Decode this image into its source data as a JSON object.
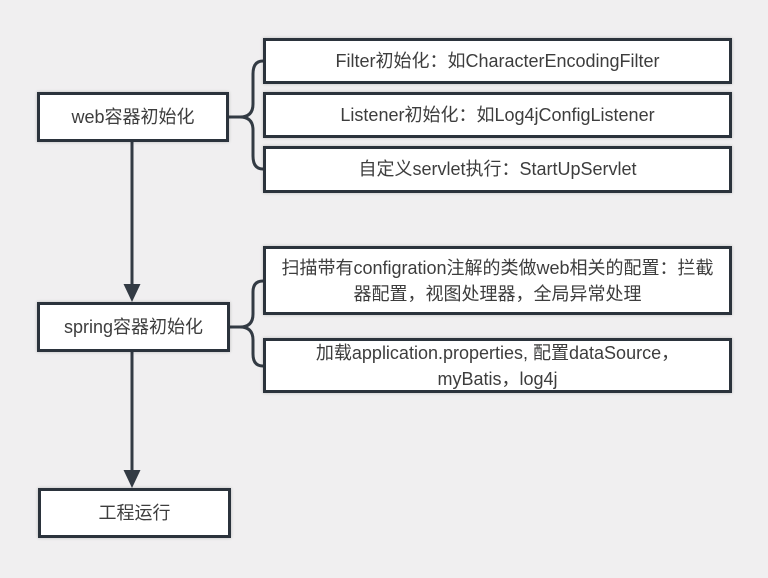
{
  "diagram": {
    "type": "flowchart",
    "background_color": "#f0eff0",
    "stroke_color": "#2b333c",
    "node_fill_color": "#ffffff",
    "text_color": "#3d3d3d",
    "nodes": {
      "web_init": {
        "label": "web容器初始化"
      },
      "spring_init": {
        "label": "spring容器初始化"
      },
      "run": {
        "label": "工程运行"
      },
      "filter": {
        "label": "Filter初始化：如CharacterEncodingFilter"
      },
      "listener": {
        "label": "Listener初始化：如Log4jConfigListener"
      },
      "servlet": {
        "label": "自定义servlet执行：StartUpServlet"
      },
      "scan_config": {
        "label": "扫描带有configration注解的类做web相关的配置：拦截器配置，视图处理器，全局异常处理"
      },
      "load_props": {
        "label": "加载application.properties, 配置dataSource，myBatis，log4j"
      }
    },
    "edges": [
      {
        "from": "web_init",
        "to": "spring_init",
        "style": "arrow"
      },
      {
        "from": "spring_init",
        "to": "run",
        "style": "arrow"
      },
      {
        "from": "web_init",
        "to": "filter",
        "style": "brace"
      },
      {
        "from": "web_init",
        "to": "listener",
        "style": "brace"
      },
      {
        "from": "web_init",
        "to": "servlet",
        "style": "brace"
      },
      {
        "from": "spring_init",
        "to": "scan_config",
        "style": "brace"
      },
      {
        "from": "spring_init",
        "to": "load_props",
        "style": "brace"
      }
    ]
  }
}
